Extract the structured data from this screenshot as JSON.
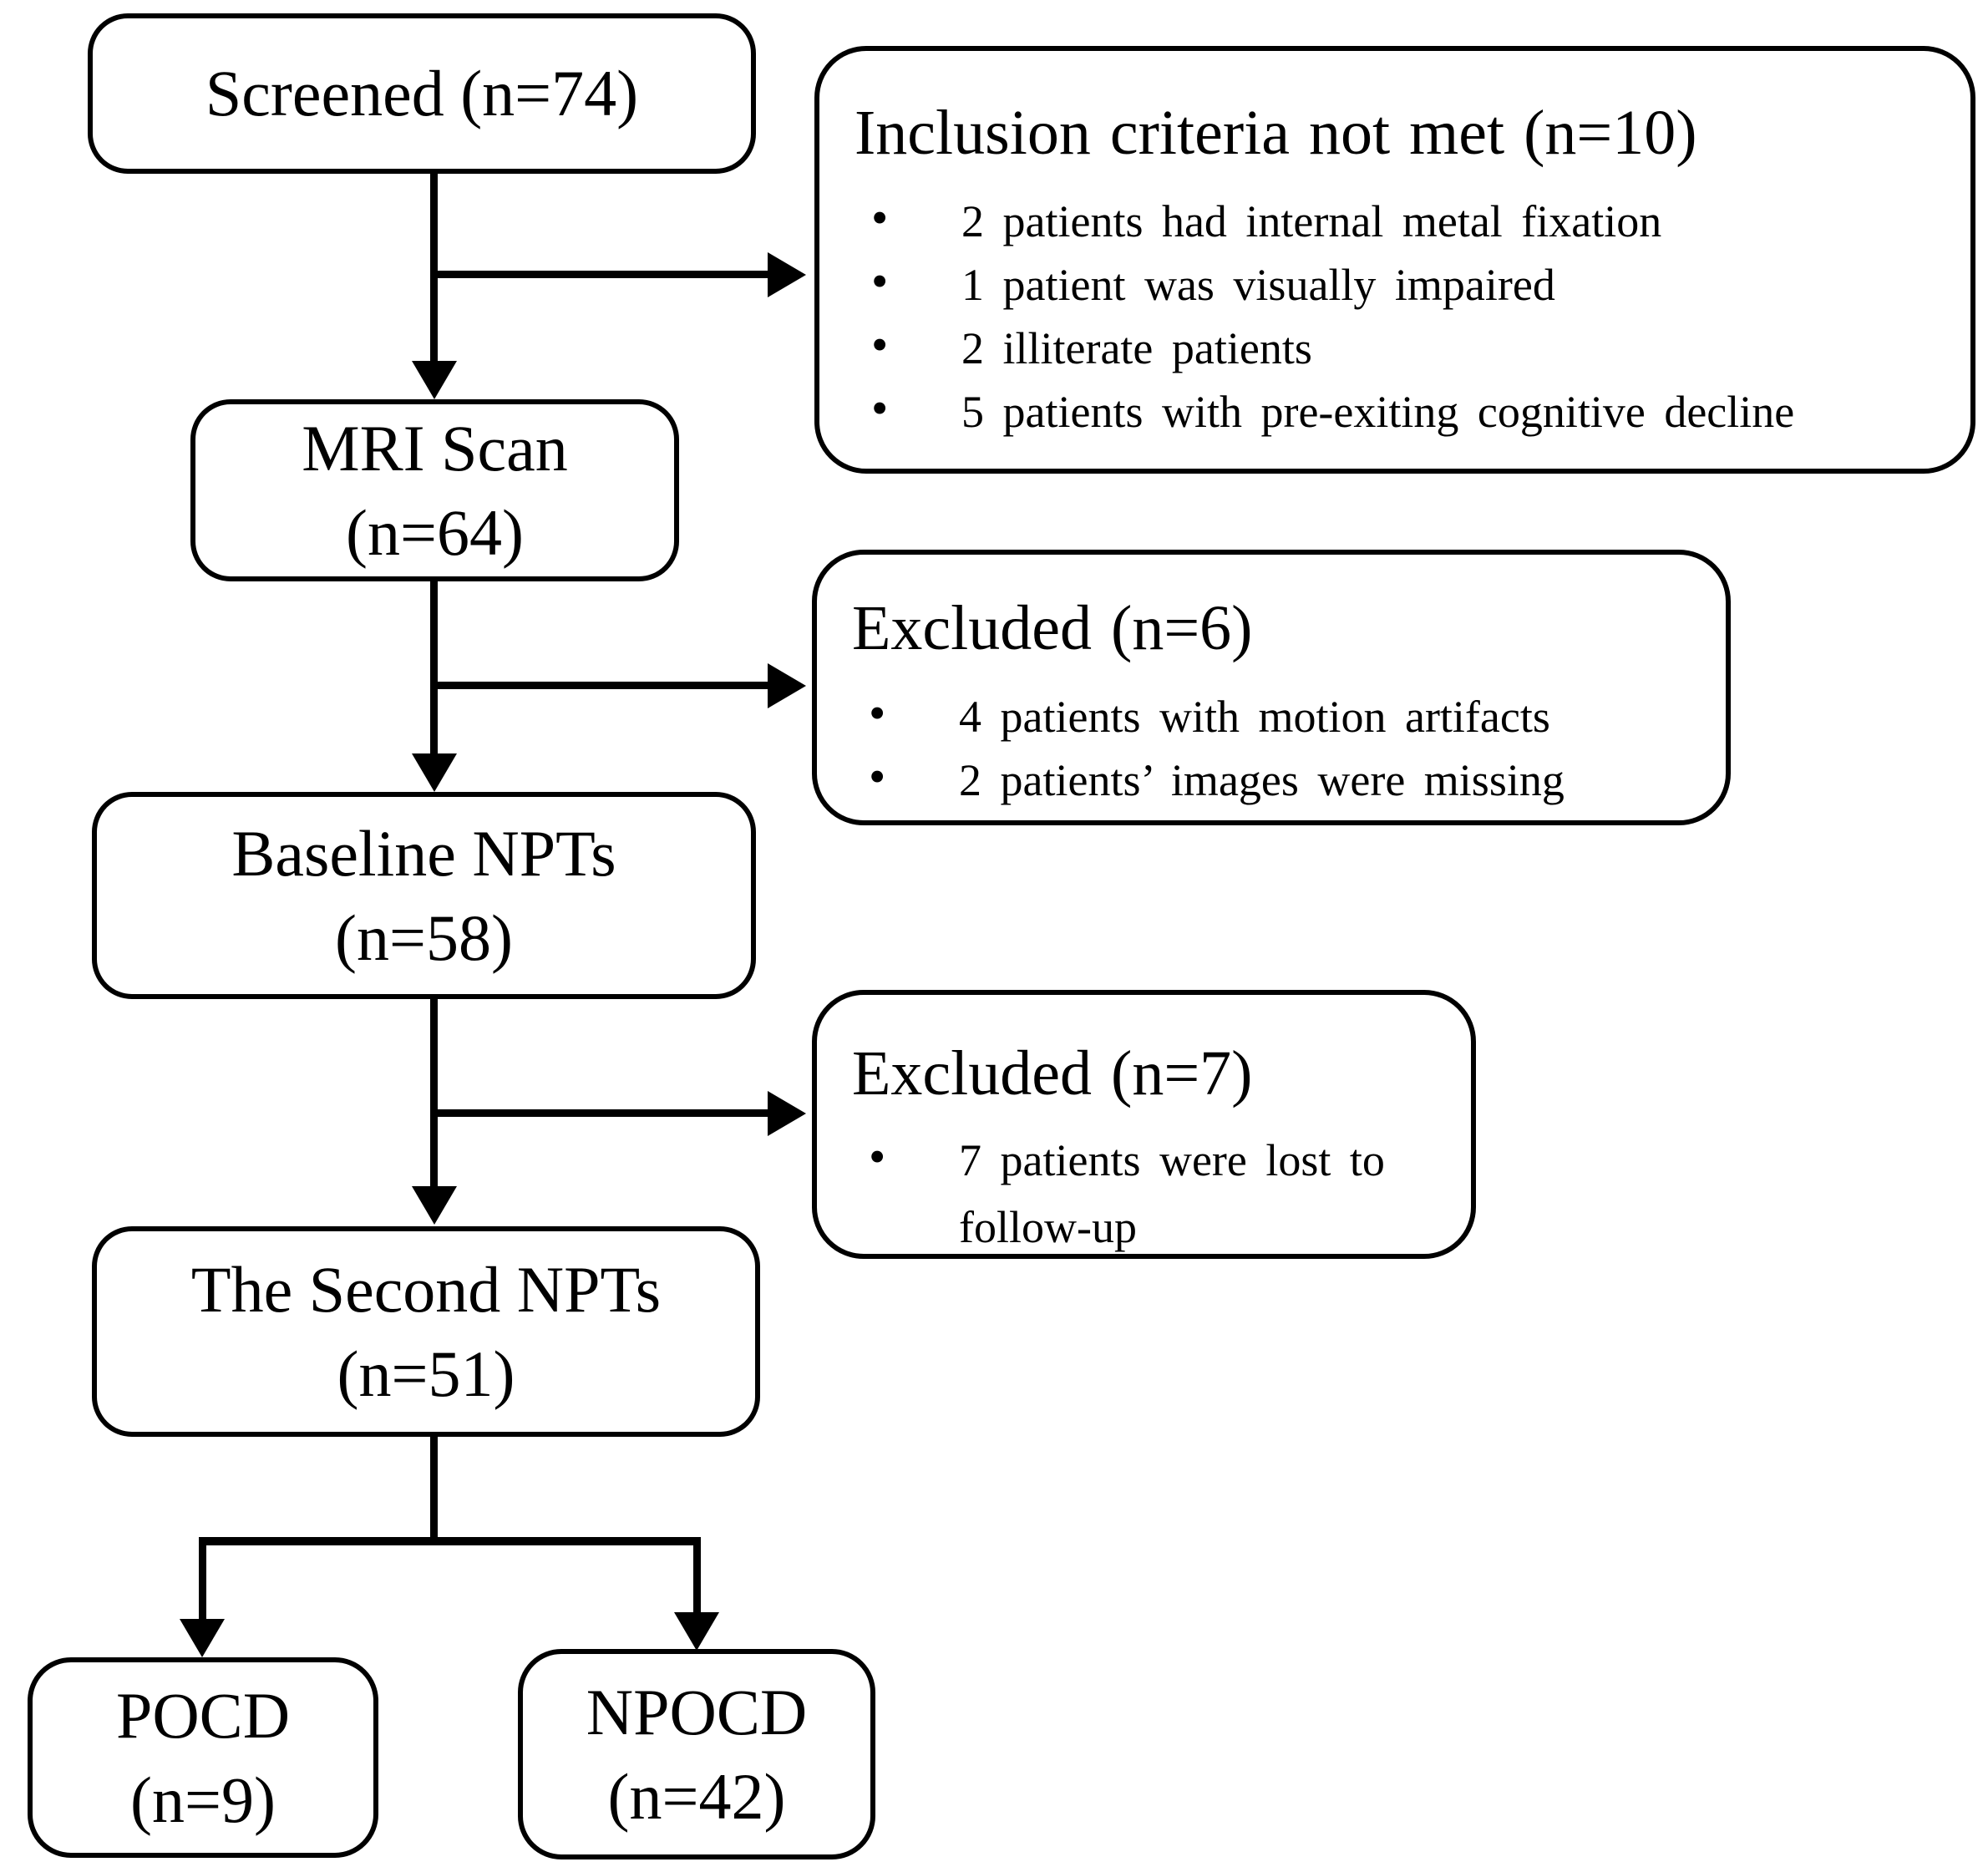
{
  "diagram": {
    "boxes": {
      "screened": {
        "label": "Screened (n=74)"
      },
      "mri": {
        "line1": "MRI Scan",
        "line2": "(n=64)"
      },
      "baseline": {
        "line1": "Baseline NPTs",
        "line2": "(n=58)"
      },
      "second": {
        "line1": "The Second NPTs",
        "line2": "(n=51)"
      },
      "pocd": {
        "line1": "POCD",
        "line2": "(n=9)"
      },
      "npocd": {
        "line1": "NPOCD",
        "line2": "(n=42)"
      }
    },
    "side_boxes": {
      "inclusion": {
        "title": "Inclusion criteria not met (n=10)",
        "bullets": [
          "2 patients had internal metal fixation",
          "1 patient was visually impaired",
          "2 illiterate patients",
          "5 patients with pre-exiting cognitive decline"
        ]
      },
      "excluded_mri": {
        "title": "Excluded (n=6)",
        "bullets": [
          "4 patients with motion artifacts",
          "2 patients’ images were missing"
        ]
      },
      "excluded_followup": {
        "title": "Excluded (n=7)",
        "bullets": [
          "7 patients were lost to follow-up"
        ]
      }
    },
    "colors": {
      "stroke": "#000000",
      "background": "#ffffff",
      "text": "#000000"
    }
  }
}
